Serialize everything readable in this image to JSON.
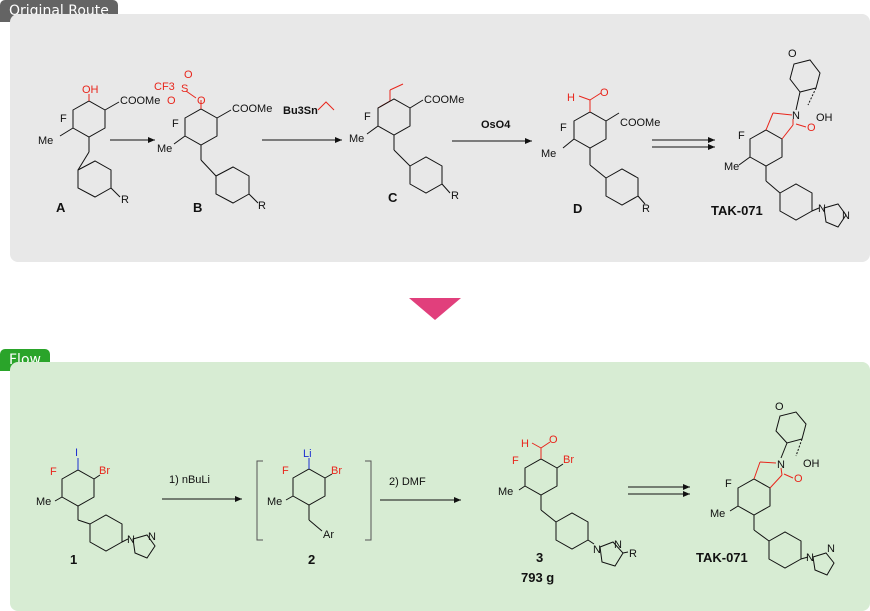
{
  "original_route": {
    "tab_label": "Original Route",
    "compound_labels": [
      "A",
      "B",
      "C",
      "D",
      "TAK-071"
    ],
    "reagents": {
      "stannane": "Bu3Sn",
      "oxidant": "OsO4"
    },
    "atoms": {
      "hydroxy": "OH",
      "ester": "COOMe",
      "fluoro": "F",
      "methyl": "Me",
      "r_group": "R",
      "triflate_cf3": "CF3",
      "triflate_s": "S",
      "triflate_o": "O",
      "aldehyde_h": "H",
      "aldehyde_o": "O",
      "lactam_n": "N",
      "lactam_o": "O",
      "ring_o": "O",
      "ring_oh": "OH",
      "pyrazole_n1": "N",
      "pyrazole_n2": "N"
    }
  },
  "flow": {
    "tab_label": "Flow",
    "compound_labels": [
      "1",
      "2",
      "3",
      "TAK-071"
    ],
    "steps": [
      "1) nBuLi",
      "2) DMF"
    ],
    "yield": "793 g",
    "atoms": {
      "iodo": "I",
      "fluoro": "F",
      "bromo": "Br",
      "methyl": "Me",
      "lithium": "Li",
      "aryl": "Ar",
      "aldehyde_h": "H",
      "aldehyde_o": "O",
      "r_group": "R",
      "pyrazole_n1": "N",
      "pyrazole_n2": "N",
      "lactam_n": "N",
      "lactam_o": "O",
      "ring_o": "O",
      "ring_oh": "OH"
    }
  },
  "colors": {
    "gray_panel": "#e8e8e8",
    "green_panel": "#d7ecd3",
    "down_arrow": "#e13f7c",
    "highlight_red": "#e8261c",
    "lithium_blue": "#1e2fd0"
  }
}
